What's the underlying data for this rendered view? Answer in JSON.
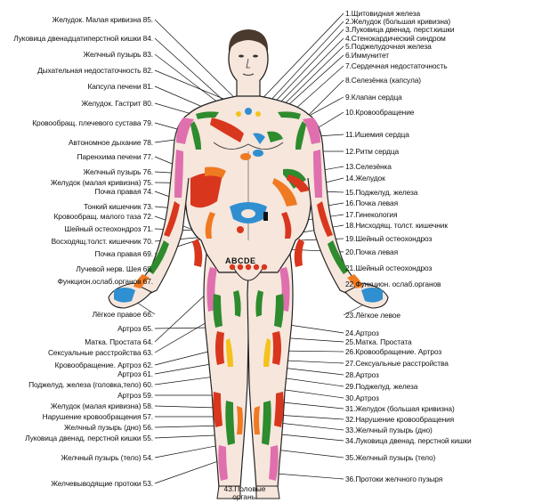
{
  "figure_label": "ABCDE",
  "bottom_label": [
    "43.Половые",
    "органы"
  ],
  "left_labels": [
    "Желудок. Малая кривизна 85.",
    "Луковица двенадцатиперстной кишки 84.",
    "Желчный пузырь 83.",
    "Дыхательная недостаточность 82.",
    "Капсула печени 81.",
    "Желудок. Гастрит 80.",
    "Кровообращ. плечевого сустава 79.",
    "Автономное дыхание 78.",
    "Паренхима печени 77.",
    "Желчный пузырь 76.",
    "Желудок (малая кривизна) 75.",
    "Почка правая 74.",
    "Тонкий кишечник 73.",
    "Кровообращ. малого таза 72.",
    "Шейный остеохондроз 71.",
    "Восходящ.толст. кишечник 70.",
    "Почка правая 69.",
    "Лучевой нерв. Шея 68.",
    "Функцион.ослаб.органов 67.",
    "Лёгкое правое 66.",
    "Артроз 65.",
    "Матка. Простата 64.",
    "Сексуальные расстройства 63.",
    "Кровообращение. Артроз 62.",
    "Артроз 61.",
    "Поджелуд. железа (головка,тело) 60.",
    "Артроз 59.",
    "Желудок (малая кривизна) 58.",
    "Нарушение кровообращения 57.",
    "Желчный пузырь (дно) 56.",
    "Луковица двенад. перстной кишки 55.",
    "Желчный пузырь (тело) 54.",
    "Желчевыводящие протоки 53."
  ],
  "right_labels": [
    "1.Щитовидная железа",
    "2.Желудок (большая кривизна)",
    "3.Луковица двенад. перст.кишки",
    "4.Стенокардический синдром",
    "5.Поджелудочная железа",
    "6.Иммунитет",
    "7.Сердечная недостаточность",
    "8.Селезёнка (капсула)",
    "9.Клапан сердца",
    "10.Кровообращение",
    "11.Ишемия сердца",
    "12.Ритм сердца",
    "13.Селезёнка",
    "14.Желудок",
    "15.Поджелуд. железа",
    "16.Почка левая",
    "17.Гинекология",
    "18.Нисходящ. толст. кишечник",
    "19.Шейный остеохондроз",
    "20.Почка левая",
    "21.Шейный остеохондроз",
    "22.Функцион. ослаб.органов",
    "23.Лёгкое левое",
    "24.Артроз",
    "25.Матка. Простата",
    "26.Кровообращение. Артроз",
    "27.Сексуальные расстройства",
    "28.Артроз",
    "29.Поджелуд. железа",
    "30.Артроз",
    "31.Желудок (большая кривизна)",
    "32.Нарушение кровообращения",
    "33.Желчный пузырь (дно)",
    "34.Луковица двенад. перстной кишки",
    "35.Желчный пузырь (тело)",
    "36.Протоки желчного пузыря"
  ],
  "colors": {
    "skin": "#f6e6dc",
    "outline": "#222222",
    "red": "#d9361e",
    "orange": "#ef7a22",
    "green": "#2e8b2e",
    "pink": "#e06fae",
    "blue": "#2f8fd0",
    "yellow": "#f4c21a",
    "leader": "#111111"
  }
}
